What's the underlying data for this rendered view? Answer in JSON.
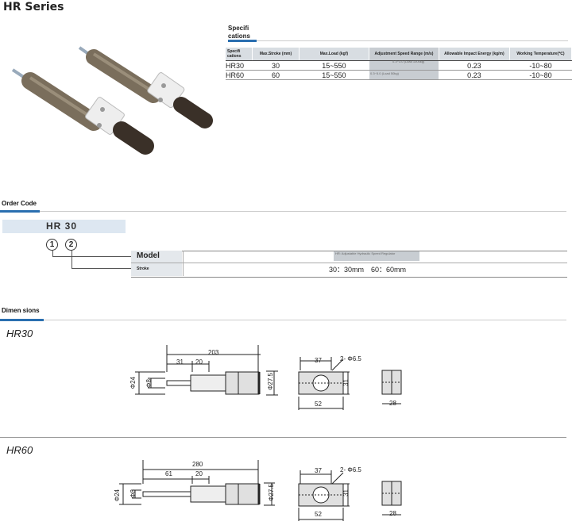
{
  "page": {
    "title": "HR Series"
  },
  "spec": {
    "title": "Specifi cations",
    "headers": [
      "Specifi cations",
      "Max.Stroke (mm)",
      "Max.Load (kgf)",
      "Adjustment Speed Range (m/s)",
      "Allowable Impact Energy (kg/m)",
      "Working Temperature(℃)"
    ],
    "speed_note_1": "0.3~3.0 (Load 1000kg)",
    "speed_note_2": "0.3~5.0 (Load 50kg)",
    "rows": [
      {
        "model": "HR30",
        "stroke": "30",
        "load": "15~550",
        "energy": "0.23",
        "temp": "-10~80"
      },
      {
        "model": "HR60",
        "stroke": "60",
        "load": "15~550",
        "energy": "0.23",
        "temp": "-10~80"
      }
    ]
  },
  "order": {
    "section": "Order Code",
    "code": "HR 30",
    "n1": "1",
    "n2": "2",
    "row1_label": "Model",
    "row1_value": "HR: Adjustable Hydraulic Speed Regulator",
    "row2_label": "Stroke",
    "row2_value": "30：30mm　60：60mm"
  },
  "dims": {
    "section": "Dimen sions",
    "hr30": {
      "name": "HR30",
      "total": "203",
      "a": "31",
      "b": "20",
      "d24": "Φ24",
      "d8": "Φ8",
      "d275": "Φ27.5",
      "w37": "37",
      "hole": "2- Φ6.5",
      "h31": "31",
      "w52": "52",
      "w28": "28"
    },
    "hr60": {
      "name": "HR60",
      "total": "280",
      "a": "61",
      "b": "20",
      "d24": "Φ24",
      "d8": "Φ8",
      "d275": "Φ27.5",
      "w37": "37",
      "hole": "2- Φ6.5",
      "h31": "31",
      "w52": "52",
      "w28": "28"
    }
  }
}
